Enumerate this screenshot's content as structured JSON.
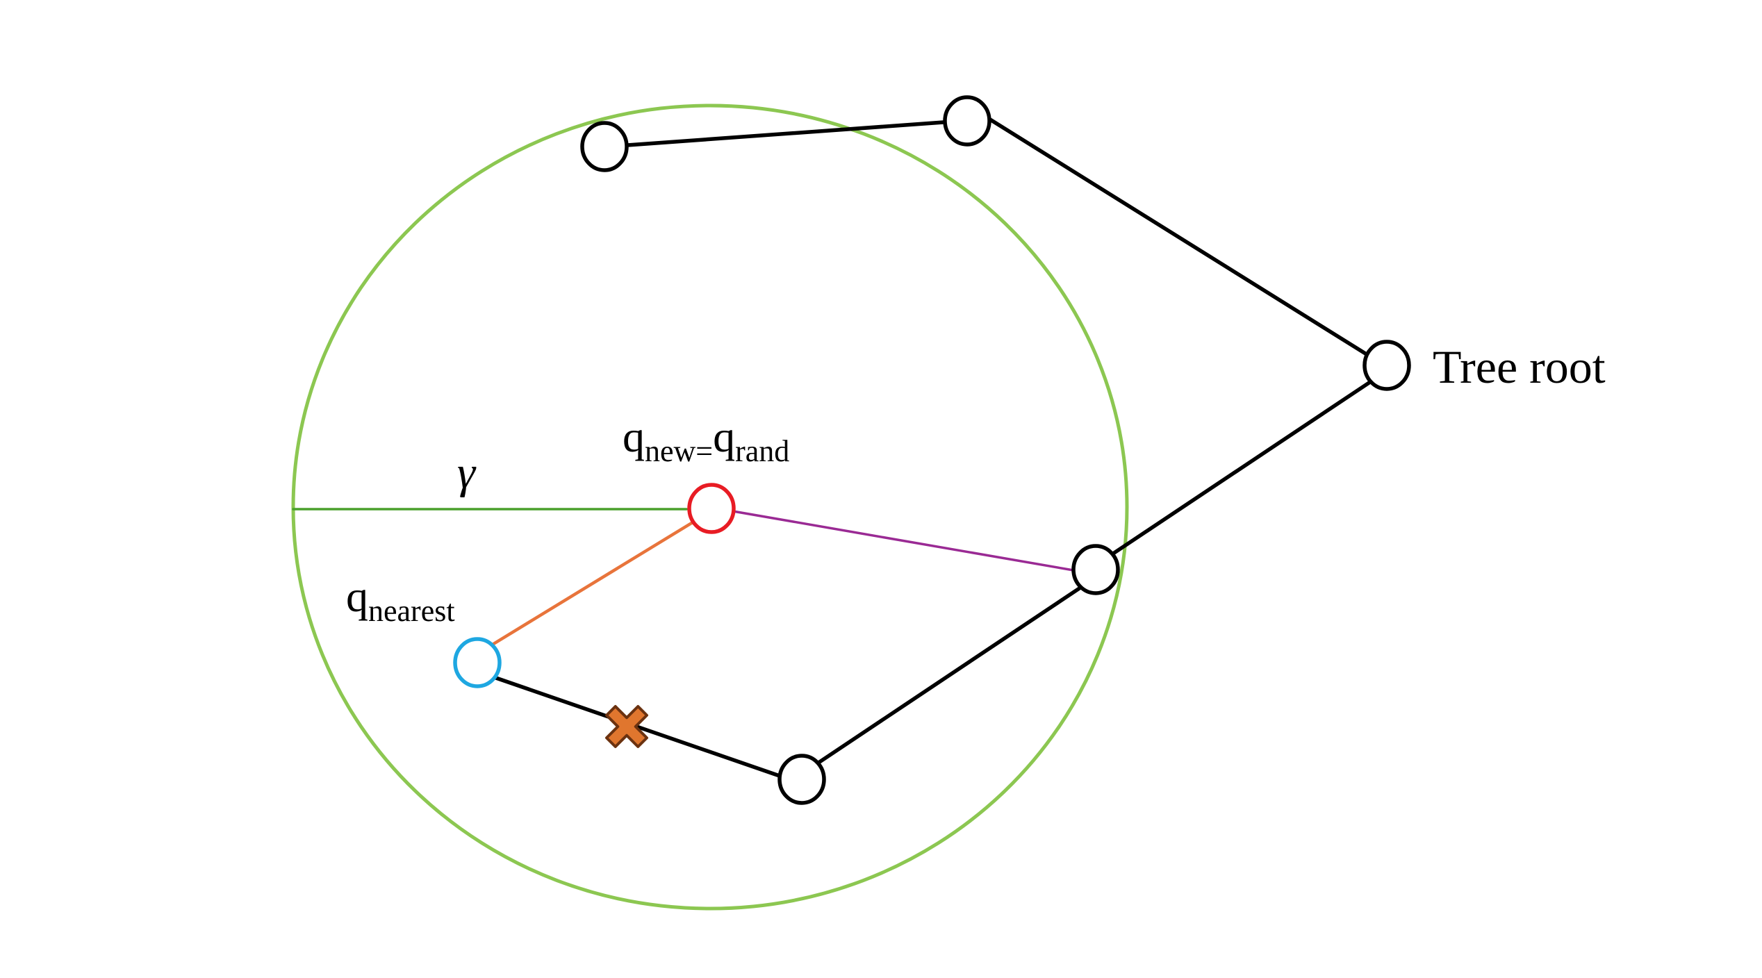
{
  "diagram": {
    "labels": {
      "tree_root": "Tree root",
      "gamma": "γ",
      "q_new_base": "q",
      "q_new_sub": "new=",
      "q_rand_base": "q",
      "q_rand_sub": "rand",
      "q_nearest_base": "q",
      "q_nearest_sub": "nearest"
    },
    "colors": {
      "tree_edge": "#000000",
      "radius_circle": "#8cc751",
      "radius_line": "#4aa02c",
      "q_new_node": "#e81c24",
      "q_nearest_node": "#1ea7e1",
      "new_edge_orange": "#e8743b",
      "rewire_edge_purple": "#9a2a94",
      "blocked_marker_fill": "#e0762e",
      "blocked_marker_stroke": "#6b3210"
    },
    "icons": {
      "blocked_edge": "cross-icon"
    }
  }
}
